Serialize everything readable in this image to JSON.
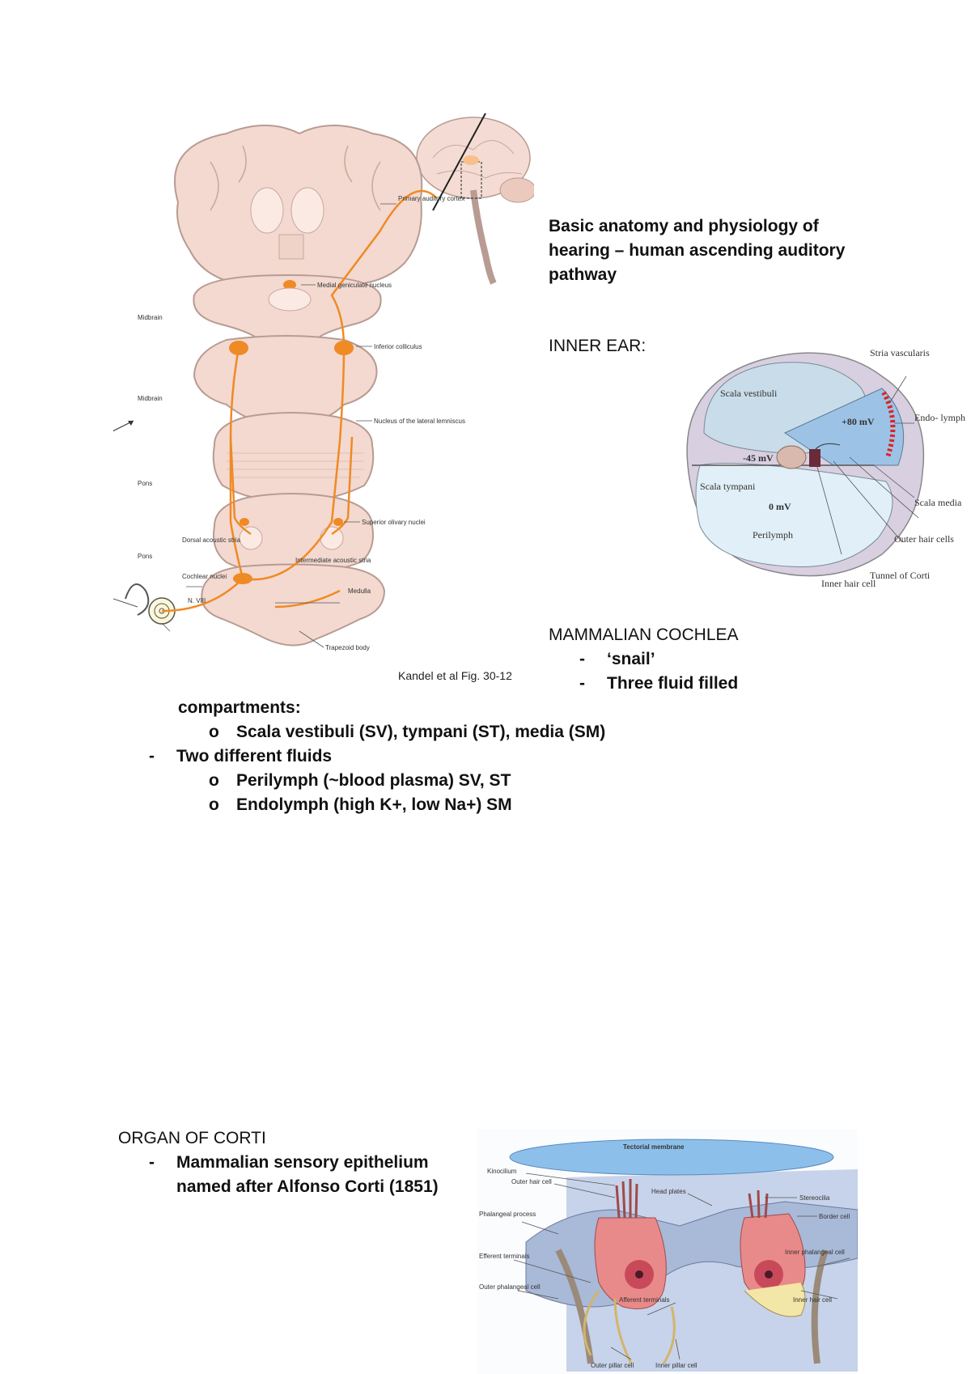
{
  "pathway_figure": {
    "labels": {
      "primary_auditory_cortex": "Primary auditory cortex",
      "medial_geniculate": "Medial geniculate nucleus",
      "inferior_colliculus": "Inferior colliculus",
      "lateral_lemniscus": "Nucleus of the lateral lemniscus",
      "superior_olivary": "Superior olivary nuclei",
      "dorsal_acoustic": "Dorsal acoustic stria",
      "intermediate_acoustic": "Intermediate acoustic stria",
      "cochlear_nuclei": "Cochlear nuclei",
      "nviii": "N. VIII",
      "trapezoid": "Trapezoid body",
      "medulla": "Medulla",
      "midbrain_1": "Midbrain",
      "midbrain_2": "Midbrain",
      "pons_1": "Pons",
      "pons_2": "Pons"
    },
    "caption": "Kandel et al Fig. 30-12"
  },
  "heading": {
    "line1": "Basic anatomy and physiology of",
    "line2": "hearing – human ascending auditory",
    "line3": "pathway"
  },
  "inner_ear": {
    "title": "INNER EAR:"
  },
  "cochlea_figure": {
    "scala_vestibuli": "Scala vestibuli",
    "scala_tympani": "Scala tympani",
    "plus80": "+80 mV",
    "minus45": "-45 mV",
    "zero": "0 mV",
    "perilymph": "Perilymph",
    "stria": "Stria vascularis",
    "endolymph": "Endo- lymph",
    "scala_media": "Scala media",
    "outer_hair": "Outer hair cells",
    "tunnel": "Tunnel of Corti",
    "inner_hair": "Inner hair cell"
  },
  "cochlea_notes": {
    "title": "MAMMALIAN COCHLEA",
    "dash": "-",
    "o": "o",
    "item1": "‘snail’",
    "item2_start": "Three fluid filled",
    "item2_cont": "compartments:",
    "sub1": "Scala vestibuli (SV), tympani (ST), media (SM)",
    "item3": "Two different fluids",
    "sub2": "Perilymph (~blood plasma) SV, ST",
    "sub3": "Endolymph (high K+, low Na+) SM"
  },
  "corti": {
    "title": "ORGAN OF CORTI",
    "dash": "-",
    "item1_line1": "Mammalian sensory epithelium",
    "item1_line2": "named after Alfonso Corti (1851)"
  },
  "corti_figure": {
    "tectorial": "Tectorial membrane",
    "kinocilium": "Kinocilium",
    "outer_hair_cell": "Outer hair cell",
    "head_plates": "Head plates",
    "stereocilia": "Stereocilia",
    "border_cell": "Border cell",
    "phalangeal_process": "Phalangeal process",
    "inner_phalangeal": "Inner phalangeal cell",
    "efferent": "Efferent terminals",
    "outer_phalangeal": "Outer phalangeal cell",
    "afferent": "Afferent terminals",
    "inner_hair_cell": "Inner hair cell",
    "outer_pillar": "Outer pillar cell",
    "inner_pillar": "Inner pillar cell"
  },
  "colors": {
    "pathway_orange": "#f08a24",
    "tissue": "#f3d9d0",
    "cochlea_blue": "#bcd8ea",
    "corti_pink": "#e98a8a"
  }
}
